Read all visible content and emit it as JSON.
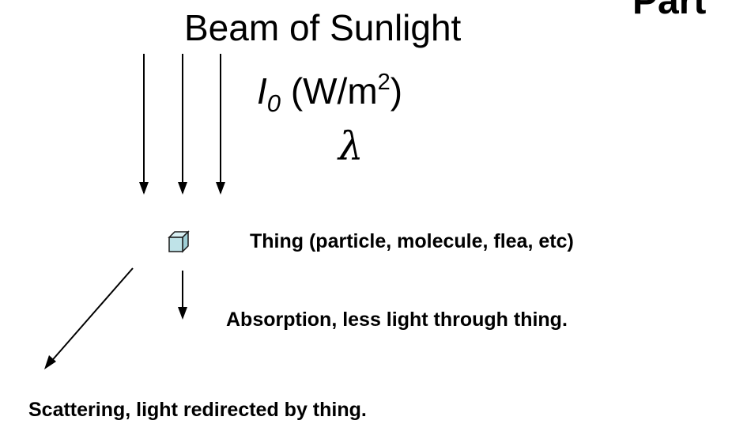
{
  "header": {
    "title_fragment": "Part"
  },
  "beam": {
    "title": "Beam of Sunlight",
    "intensity_symbol": "I",
    "intensity_subscript": "0",
    "intensity_unit_prefix": "(W/m",
    "intensity_unit_sup": "2",
    "intensity_unit_suffix": ")",
    "wavelength_symbol": "λ"
  },
  "labels": {
    "thing": "Thing (particle, molecule, flea, etc)",
    "absorption": "Absorption, less light through thing.",
    "scattering": "Scattering, light redirected by thing."
  },
  "colors": {
    "ink": "#000000",
    "cube_fill": "#bfe3e8",
    "cube_stroke": "#1a1a1a"
  },
  "icons": {
    "thing": "cube-icon"
  }
}
